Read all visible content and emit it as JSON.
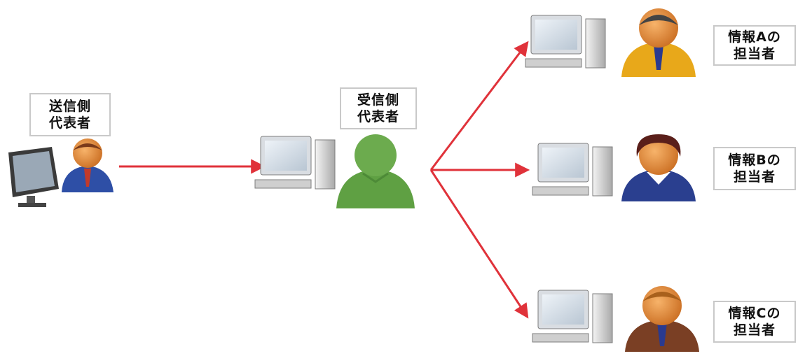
{
  "nodes": {
    "sender": {
      "line1": "送信側",
      "line2": "代表者",
      "shirt_color": "#2e4fa6"
    },
    "receiver": {
      "line1": "受信側",
      "line2": "代表者",
      "shirt_color": "#5fa043"
    },
    "person_a": {
      "line1": "情報Aの",
      "line2": "担当者",
      "shirt_color": "#e8a81a"
    },
    "person_b": {
      "line1": "情報Bの",
      "line2": "担当者",
      "shirt_color": "#2a3f8f"
    },
    "person_c": {
      "line1": "情報Cの",
      "line2": "担当者",
      "shirt_color": "#7a3f24"
    }
  },
  "arrow_color": "#e0323a",
  "icons": [
    "desktop-computer-icon",
    "person-icon",
    "monitor-icon"
  ]
}
